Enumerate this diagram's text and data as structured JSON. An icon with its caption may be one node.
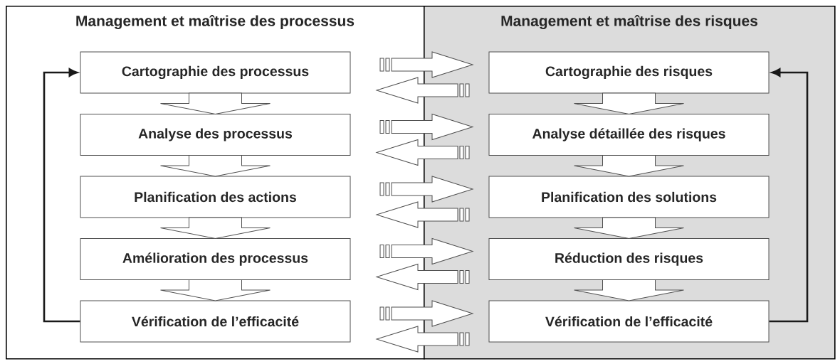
{
  "diagram": {
    "nodes": [
      {
        "text": [
          "Management et maîtrise des processus"
        ]
      },
      {
        "text": [
          "Cartographie des processus"
        ],
        "in": 0
      },
      {
        "text": [
          "Analyse des processus"
        ],
        "in": 0
      },
      {
        "text": [
          "Planification des actions"
        ],
        "in": 0
      },
      {
        "text": [
          "Amélioration des processus"
        ],
        "in": 0
      },
      {
        "text": [
          "Vérification de l’efficacité"
        ],
        "in": 0
      },
      {
        "text": [
          "Management et maîtrise des risques"
        ]
      },
      {
        "text": [
          "Cartographie des risques"
        ],
        "in": 6
      },
      {
        "text": [
          "Analyse détaillée des risques"
        ],
        "in": 6
      },
      {
        "text": [
          "Planification des solutions"
        ],
        "in": 6
      },
      {
        "text": [
          "Réduction des risques"
        ],
        "in": 6
      },
      {
        "text": [
          "Vérification de l’efficacité"
        ],
        "in": 6
      }
    ],
    "edges": [
      {
        "from": 1,
        "to": 2,
        "arrow": "to"
      },
      {
        "from": 2,
        "to": 3,
        "arrow": "to"
      },
      {
        "from": 3,
        "to": 4,
        "arrow": "to"
      },
      {
        "from": 4,
        "to": 5,
        "arrow": "to"
      },
      {
        "from": 5,
        "to": 1,
        "arrow": "to"
      },
      {
        "from": 7,
        "to": 8,
        "arrow": "to"
      },
      {
        "from": 8,
        "to": 9,
        "arrow": "to"
      },
      {
        "from": 9,
        "to": 10,
        "arrow": "to"
      },
      {
        "from": 10,
        "to": 11,
        "arrow": "to"
      },
      {
        "from": 11,
        "to": 7,
        "arrow": "to"
      },
      {
        "from": 1,
        "to": 7,
        "arrow": "to"
      },
      {
        "from": 7,
        "to": 1,
        "arrow": "to"
      },
      {
        "from": 2,
        "to": 8,
        "arrow": "to"
      },
      {
        "from": 8,
        "to": 2,
        "arrow": "to"
      },
      {
        "from": 3,
        "to": 9,
        "arrow": "to"
      },
      {
        "from": 9,
        "to": 3,
        "arrow": "to"
      },
      {
        "from": 4,
        "to": 10,
        "arrow": "to"
      },
      {
        "from": 10,
        "to": 4,
        "arrow": "to"
      },
      {
        "from": 5,
        "to": 11,
        "arrow": "to"
      },
      {
        "from": 11,
        "to": 5,
        "arrow": "to"
      }
    ]
  }
}
